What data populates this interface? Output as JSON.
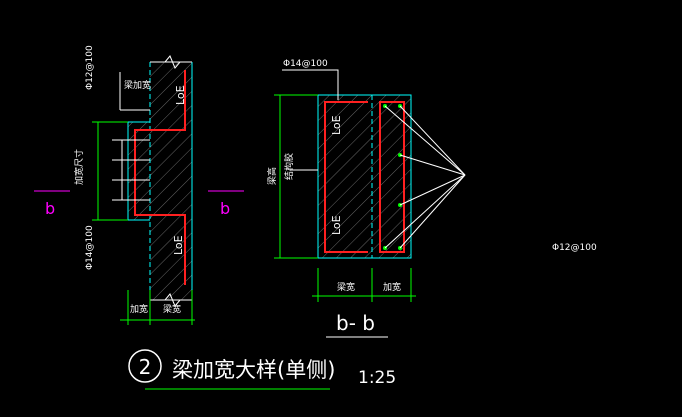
{
  "labels": {
    "left_top_rebar": "Φ12@100",
    "left_bottom_rebar": "Φ14@100",
    "left_new_beam_h": "梁加宽",
    "left_beam_height": "加宽尺寸",
    "left_loe_top": "LoE",
    "left_loe_bottom": "LoE",
    "left_dim_add_width": "加宽",
    "left_dim_beam_width": "梁宽",
    "section_mark_left": "b",
    "section_mark_right": "b",
    "right_top_rebar": "Φ14@100",
    "right_loe_top": "LoE",
    "right_loe_bottom": "LoE",
    "right_struct_glue": "结构胶",
    "right_beam_height": "梁高",
    "right_dim_beam_width": "梁宽",
    "right_dim_add_width": "加宽",
    "right_side_rebar": "Φ12@100",
    "section_title": "b- b",
    "detail_number": "2",
    "detail_title": "梁加宽大样(单侧)",
    "scale": "1:25"
  },
  "colors": {
    "background": "#000000",
    "lines": "#ffffff",
    "concrete_edge": "#00ffff",
    "rebar": "#ff2020",
    "dimension": "#00ff00",
    "section_mark": "#ff00ff"
  }
}
